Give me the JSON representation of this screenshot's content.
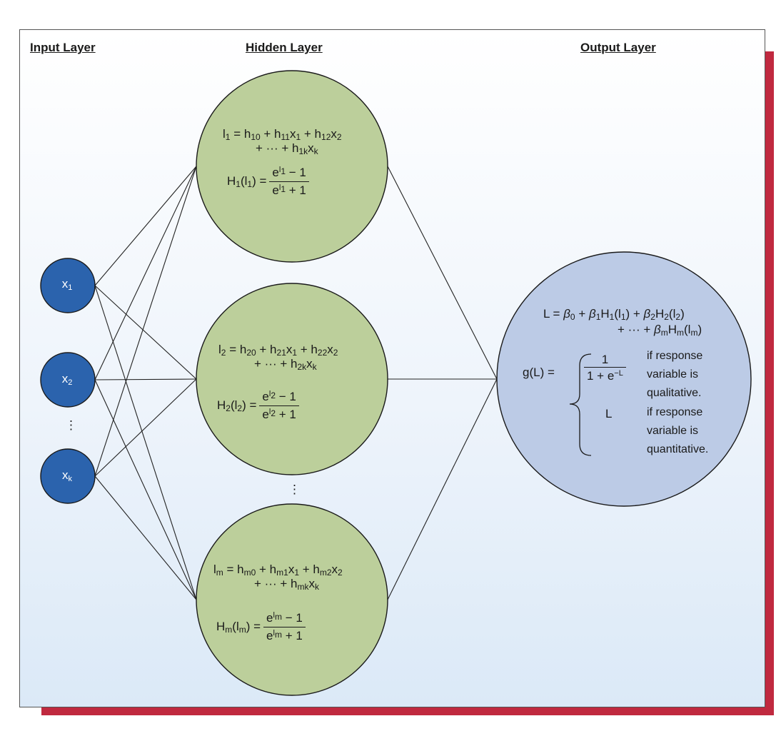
{
  "titles": {
    "input": "Input Layer",
    "hidden": "Hidden Layer",
    "output": "Output Layer"
  },
  "colors": {
    "input_node": "#2b63ad",
    "hidden_node": "#bccf9b",
    "output_node": "#bccbe6",
    "frame_shadow": "#c0293f"
  },
  "input_nodes": [
    {
      "var": "x",
      "sub": "1"
    },
    {
      "var": "x",
      "sub": "2"
    },
    {
      "var": "x",
      "sub": "k"
    }
  ],
  "input_ellipsis": "⋮",
  "hidden_ellipsis": "⋮",
  "hidden_nodes": [
    {
      "l_var": "l",
      "l_sub": "1",
      "eq_line1": "h<sub>10</sub> + h<sub>11</sub>x<sub>1</sub> + h<sub>12</sub>x<sub>2</sub>",
      "eq_line2": "+ ··· + h<sub>1k</sub>x<sub>k</sub>",
      "H_lhs": "H<sub>1</sub>(l<sub>1</sub>) =",
      "frac_num": "e<sup>l<sub>1</sub></sup> − 1",
      "frac_den": "e<sup>l<sub>1</sub></sup> + 1"
    },
    {
      "l_var": "l",
      "l_sub": "2",
      "eq_line1": "h<sub>20</sub> + h<sub>21</sub>x<sub>1</sub> + h<sub>22</sub>x<sub>2</sub>",
      "eq_line2": "+ ··· + h<sub>2k</sub>x<sub>k</sub>",
      "H_lhs": "H<sub>2</sub>(l<sub>2</sub>) =",
      "frac_num": "e<sup>l<sub>2</sub></sup> − 1",
      "frac_den": "e<sup>l<sub>2</sub></sup> + 1"
    },
    {
      "l_var": "l",
      "l_sub": "m",
      "eq_line1": "h<sub>m0</sub> + h<sub>m1</sub>x<sub>1</sub> + h<sub>m2</sub>x<sub>2</sub>",
      "eq_line2": "+ ··· + h<sub>mk</sub>x<sub>k</sub>",
      "H_lhs": "H<sub>m</sub>(l<sub>m</sub>) =",
      "frac_num": "e<sup>l<sub>m</sub></sup> − 1",
      "frac_den": "e<sup>l<sub>m</sub></sup> + 1"
    }
  ],
  "output": {
    "L_line1": "L = <i>β</i><sub>0</sub> + <i>β</i><sub>1</sub>H<sub>1</sub>(l<sub>1</sub>) + <i>β</i><sub>2</sub>H<sub>2</sub>(l<sub>2</sub>)",
    "L_line2": "+ ··· + <i>β</i><sub>m</sub>H<sub>m</sub>(l<sub>m</sub>)",
    "g_lhs": "g(L) =",
    "case1_num": "1",
    "case1_den": "1 + e<sup>−L</sup>",
    "case1_cond": [
      "if response",
      "variable is",
      "qualitative."
    ],
    "case2_value": "L",
    "case2_cond": [
      "if response",
      "variable is",
      "quantitative."
    ]
  }
}
